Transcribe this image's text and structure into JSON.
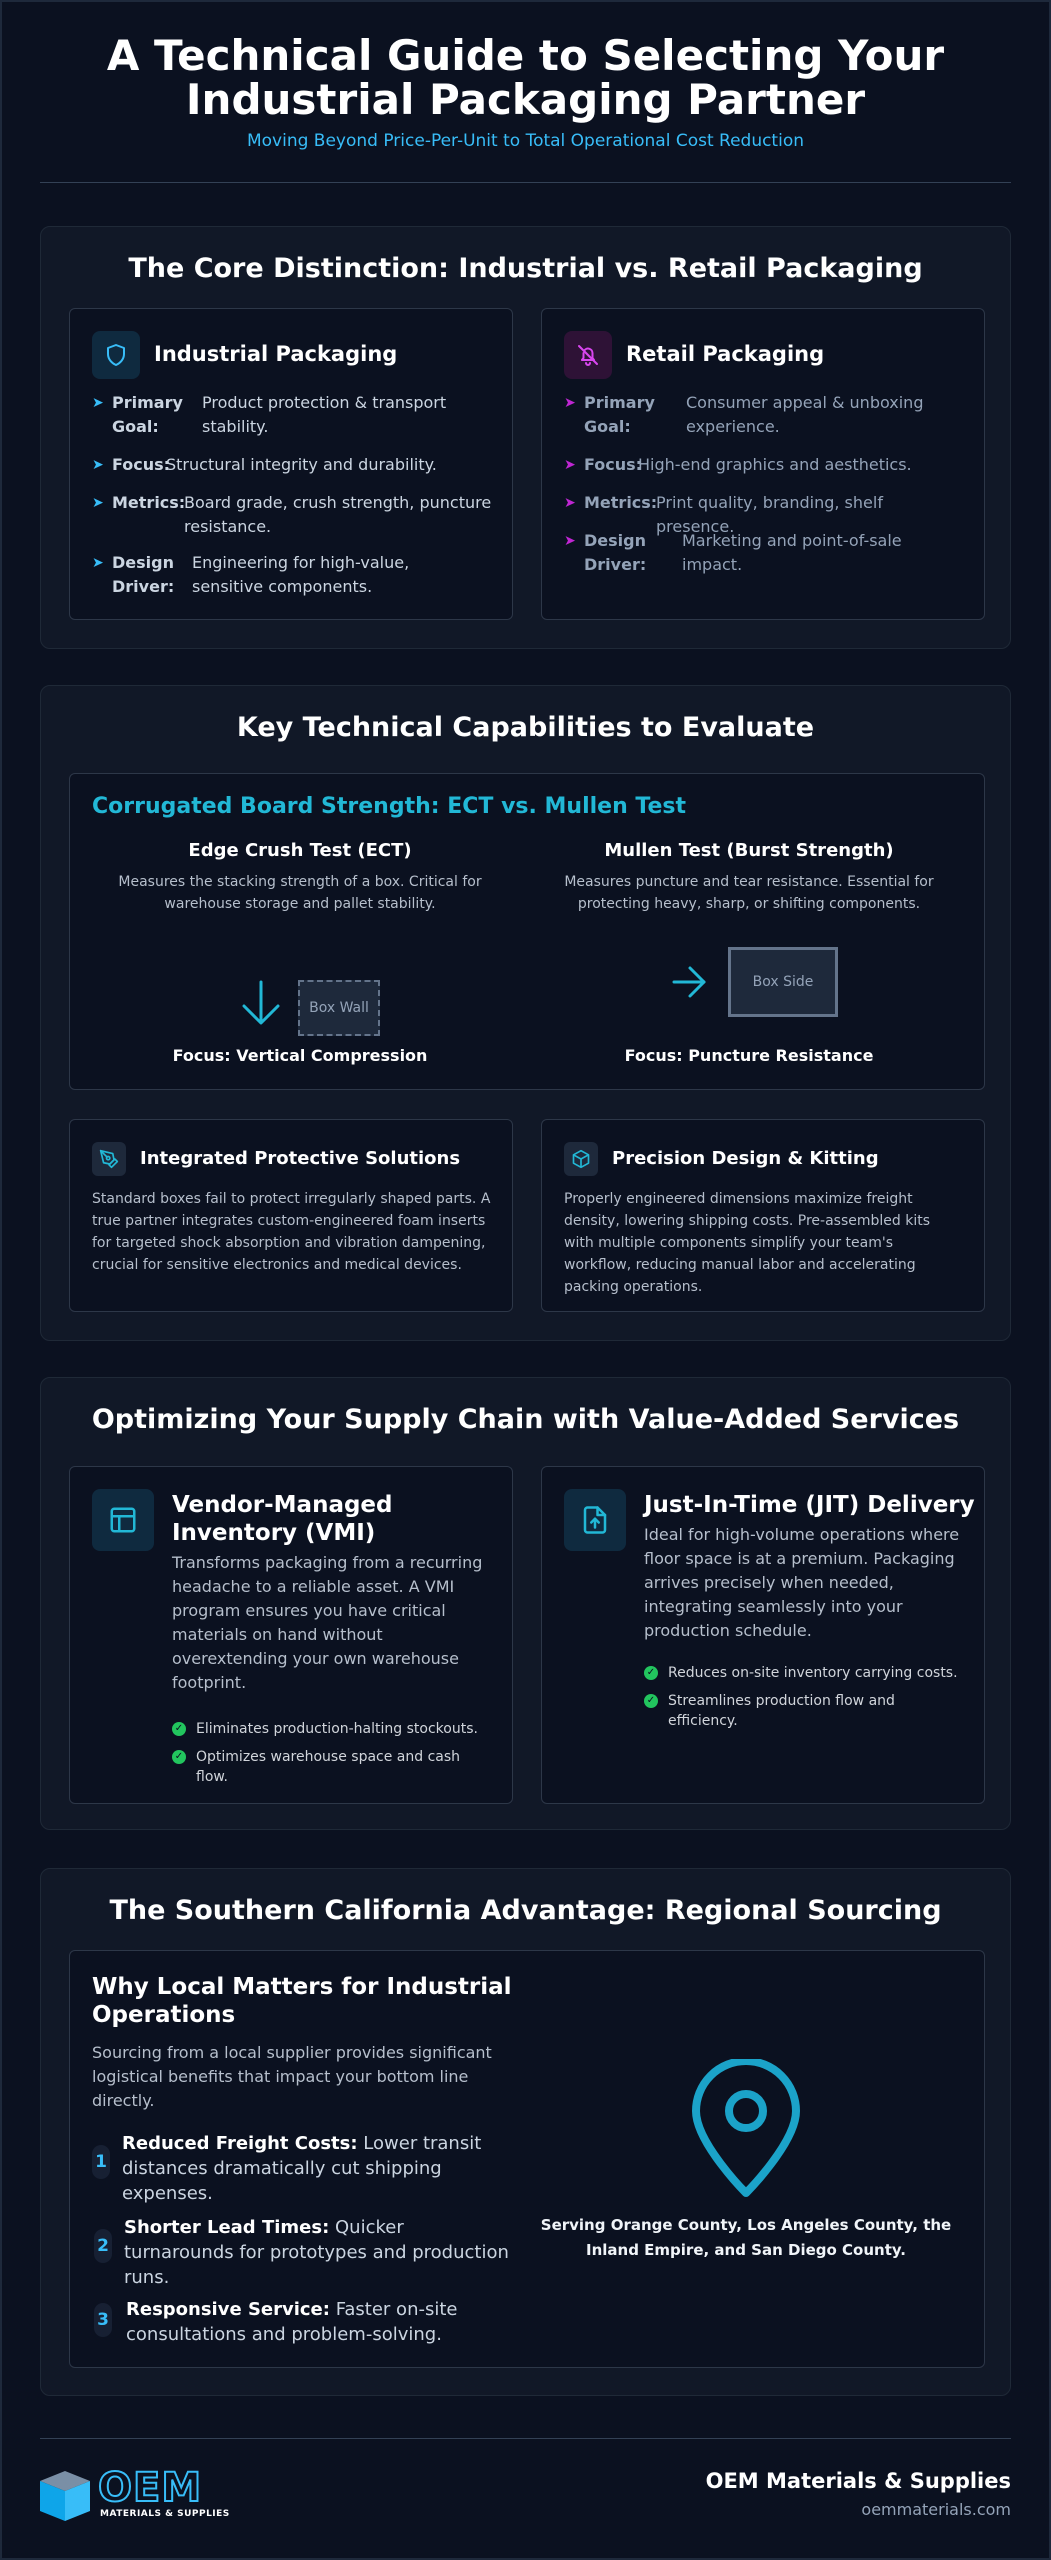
{
  "header": {
    "title_line1": "A Technical Guide to Selecting Your",
    "title_line2": "Industrial Packaging Partner",
    "subtitle": "Moving Beyond Price-Per-Unit to Total Operational Cost Reduction"
  },
  "colors": {
    "background": "#0b1120",
    "panel": "#111827",
    "accent_cyan": "#22b8d6",
    "accent_magenta": "#c026d3",
    "check_green": "#22c55e"
  },
  "core": {
    "title": "The Core Distinction: Industrial vs. Retail Packaging",
    "industrial": {
      "icon": "shield-icon",
      "title": "Industrial Packaging",
      "rows": [
        {
          "key_l1": "Primary",
          "key_l2": "Goal:",
          "val_l1": "Product protection & transport",
          "val_l2": "stability."
        },
        {
          "key_l1": "Focus:",
          "key_l2": "",
          "val_l1": "Structural integrity and durability.",
          "val_l2": ""
        },
        {
          "key_l1": "Metrics:",
          "key_l2": "",
          "val_l1": "Board grade, crush strength, puncture",
          "val_l2": "resistance."
        },
        {
          "key_l1": "Design",
          "key_l2": "Driver:",
          "val_l1": "Engineering for high-value,",
          "val_l2": "sensitive components."
        }
      ]
    },
    "retail": {
      "icon": "bell-off-icon",
      "title": "Retail Packaging",
      "rows": [
        {
          "key_l1": "Primary",
          "key_l2": "Goal:",
          "val_l1": "Consumer appeal & unboxing",
          "val_l2": "experience."
        },
        {
          "key_l1": "Focus:",
          "key_l2": "",
          "val_l1": "High-end graphics and aesthetics.",
          "val_l2": ""
        },
        {
          "key_l1": "Metrics:",
          "key_l2": "",
          "val_l1": "Print quality, branding, shelf presence.",
          "val_l2": ""
        },
        {
          "key_l1": "Design",
          "key_l2": "Driver:",
          "val_l1": "Marketing and point-of-sale",
          "val_l2": "impact."
        }
      ]
    }
  },
  "capabilities": {
    "title": "Key Technical Capabilities to Evaluate",
    "board": {
      "title": "Corrugated Board Strength: ECT vs. Mullen Test",
      "ect": {
        "name": "Edge Crush Test (ECT)",
        "desc_l1": "Measures the stacking strength of a box. Critical for",
        "desc_l2": "warehouse storage and pallet stability.",
        "diagram_label": "Box Wall",
        "focus": "Focus: Vertical Compression"
      },
      "mullen": {
        "name": "Mullen Test (Burst Strength)",
        "desc_l1": "Measures puncture and tear resistance. Essential for",
        "desc_l2": "protecting heavy, sharp, or shifting components.",
        "diagram_label": "Box Side",
        "focus": "Focus: Puncture Resistance"
      }
    },
    "protective": {
      "icon": "pen-tool-icon",
      "title": "Integrated Protective Solutions",
      "lines": [
        "Standard boxes fail to protect irregularly shaped parts. A",
        "true partner integrates custom-engineered foam inserts",
        "for targeted shock absorption and vibration dampening,",
        "crucial for sensitive electronics and medical devices."
      ]
    },
    "kitting": {
      "icon": "cube-icon",
      "title": "Precision Design & Kitting",
      "lines": [
        "Properly engineered dimensions maximize freight",
        "density, lowering shipping costs. Pre-assembled kits",
        "with multiple components simplify your team's",
        "workflow, reducing manual labor and accelerating",
        "packing operations."
      ]
    }
  },
  "supply": {
    "title": "Optimizing Your Supply Chain with Value-Added Services",
    "vmi": {
      "icon": "layout-icon",
      "title_l1": "Vendor-Managed",
      "title_l2": "Inventory (VMI)",
      "lines": [
        "Transforms packaging from a recurring",
        "headache to a reliable asset. A VMI",
        "program ensures you have critical",
        "materials on hand without",
        "overextending your own warehouse",
        "footprint."
      ],
      "checks": [
        {
          "l1": "Eliminates production-halting stockouts.",
          "l2": ""
        },
        {
          "l1": "Optimizes warehouse space and cash",
          "l2": "flow."
        }
      ]
    },
    "jit": {
      "icon": "file-upload-icon",
      "title": "Just-In-Time (JIT) Delivery",
      "lines": [
        "Ideal for high-volume operations where",
        "floor space is at a premium. Packaging",
        "arrives precisely when needed,",
        "integrating seamlessly into your",
        "production schedule."
      ],
      "checks": [
        {
          "l1": "Reduces on-site inventory carrying costs.",
          "l2": ""
        },
        {
          "l1": "Streamlines production flow and",
          "l2": "efficiency."
        }
      ]
    }
  },
  "regional": {
    "title": "The Southern California Advantage: Regional Sourcing",
    "card_title_l1": "Why Local Matters for Industrial",
    "card_title_l2": "Operations",
    "intro": [
      "Sourcing from a local supplier provides significant",
      "logistical benefits that impact your bottom line",
      "directly."
    ],
    "reasons": [
      {
        "n": "1",
        "bold": "Reduced Freight Costs:",
        "l1": " Lower transit",
        "l2": "distances dramatically cut shipping",
        "l3": "expenses."
      },
      {
        "n": "2",
        "bold": "Shorter Lead Times:",
        "l1": " Quicker",
        "l2": "turnarounds for prototypes and production",
        "l3": "runs."
      },
      {
        "n": "3",
        "bold": "Responsive Service:",
        "l1": " Faster on-site",
        "l2": "consultations and problem-solving.",
        "l3": ""
      }
    ],
    "map_icon": "map-pin-icon",
    "serving_l1": "Serving Orange County, Los Angeles County, the",
    "serving_l2": "Inland Empire, and San Diego County."
  },
  "footer": {
    "logo_text": "OEM",
    "logo_tagline": "MATERIALS & SUPPLIES",
    "company": "OEM Materials & Supplies",
    "website": "oemmaterials.com"
  }
}
